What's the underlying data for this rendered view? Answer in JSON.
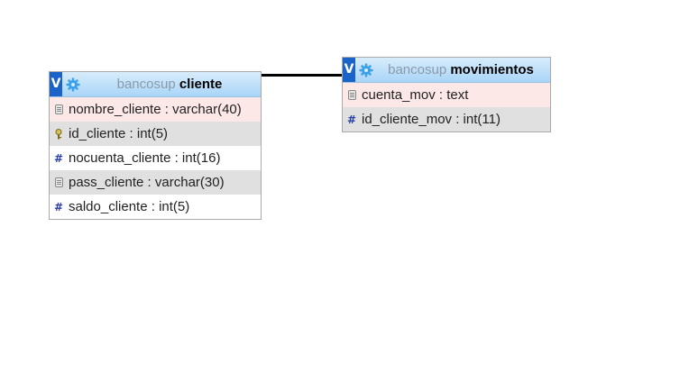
{
  "colors": {
    "header_toggle": "#1a63c8",
    "header_gradient_top": "#d8ecfb",
    "header_gradient_bottom": "#a9d5f8",
    "row_pink": "#fde8e8",
    "row_grey": "#e0e0e0",
    "db_name": "#8a9aa8",
    "relation_line": "#000000"
  },
  "tables": [
    {
      "db": "bancosup",
      "name": "cliente",
      "toggle": "V",
      "fields": [
        {
          "label": "nombre_cliente : varchar(40)",
          "icon": "text-field-icon"
        },
        {
          "label": "id_cliente : int(5)",
          "icon": "primary-key-icon"
        },
        {
          "label": "nocuenta_cliente : int(16)",
          "icon": "numeric-field-icon"
        },
        {
          "label": "pass_cliente : varchar(30)",
          "icon": "text-field-icon"
        },
        {
          "label": "saldo_cliente : int(5)",
          "icon": "numeric-field-icon"
        }
      ]
    },
    {
      "db": "bancosup",
      "name": "movimientos",
      "toggle": "V",
      "fields": [
        {
          "label": "cuenta_mov : text",
          "icon": "text-field-icon"
        },
        {
          "label": "id_cliente_mov : int(11)",
          "icon": "numeric-field-icon"
        }
      ]
    }
  ]
}
